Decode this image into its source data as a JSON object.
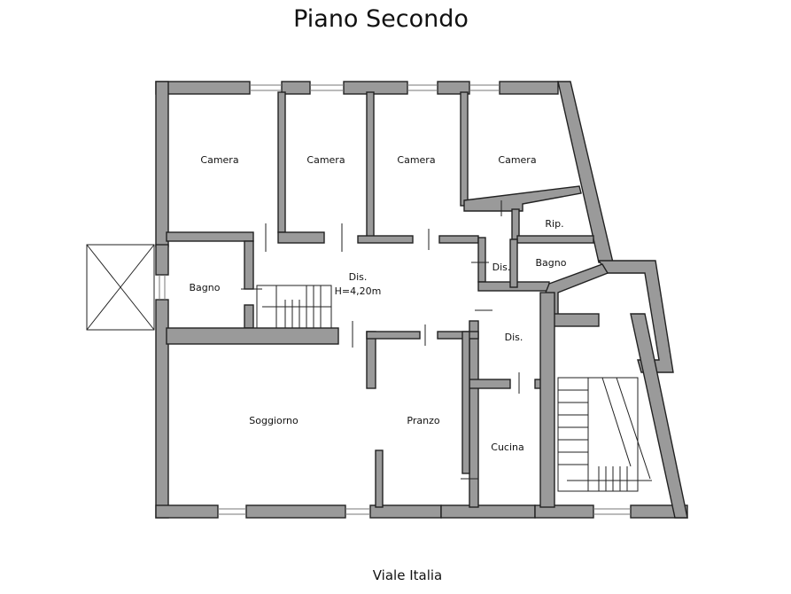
{
  "title": "Piano Secondo",
  "street": "Viale Italia",
  "rooms": {
    "camera_1": "Camera",
    "camera_2": "Camera",
    "camera_3": "Camera",
    "camera_4": "Camera",
    "rip": "Rip.",
    "dis_small": "Dis.",
    "bagno_right": "Bagno",
    "bagno_left": "Bagno",
    "dis_main": "Dis.",
    "dis_main_height": "H=4,20m",
    "dis_lower": "Dis.",
    "soggiorno": "Soggiorno",
    "pranzo": "Pranzo",
    "cucina": "Cucina"
  }
}
